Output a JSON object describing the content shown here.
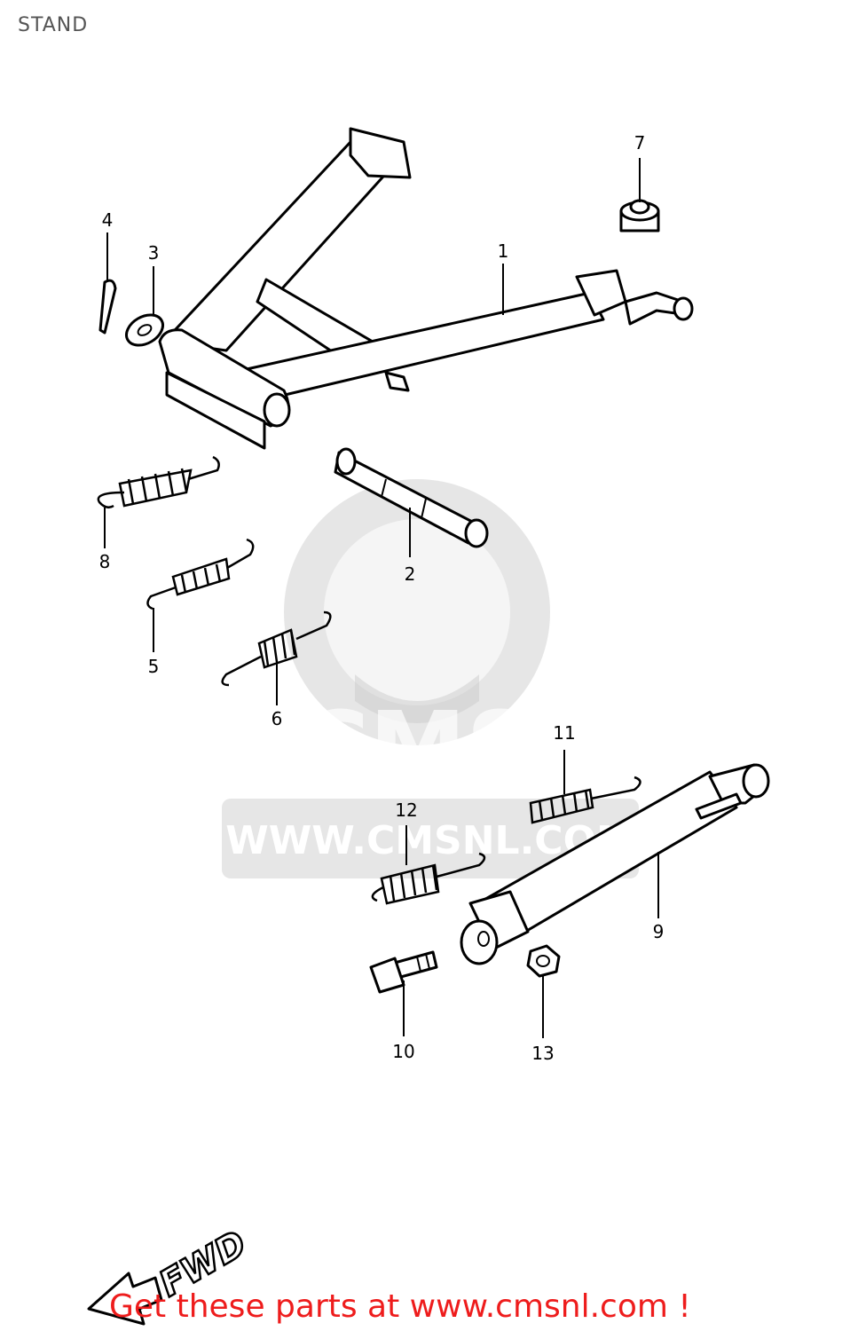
{
  "title": "STAND",
  "watermark": {
    "brand": "CMS",
    "url": "WWW.CMSNL.COM"
  },
  "fwd_label": "FWD",
  "footer": {
    "text": "Get these parts at www.cmsnl.com !"
  },
  "callouts": {
    "p1": "1",
    "p2": "2",
    "p3": "3",
    "p4": "4",
    "p5": "5",
    "p6": "6",
    "p7": "7",
    "p8": "8",
    "p9": "9",
    "p10": "10",
    "p11": "11",
    "p12": "12",
    "p13": "13"
  },
  "colors": {
    "footer": "#ee1c1c",
    "title": "#555555",
    "watermark": "#c8c8c8"
  }
}
